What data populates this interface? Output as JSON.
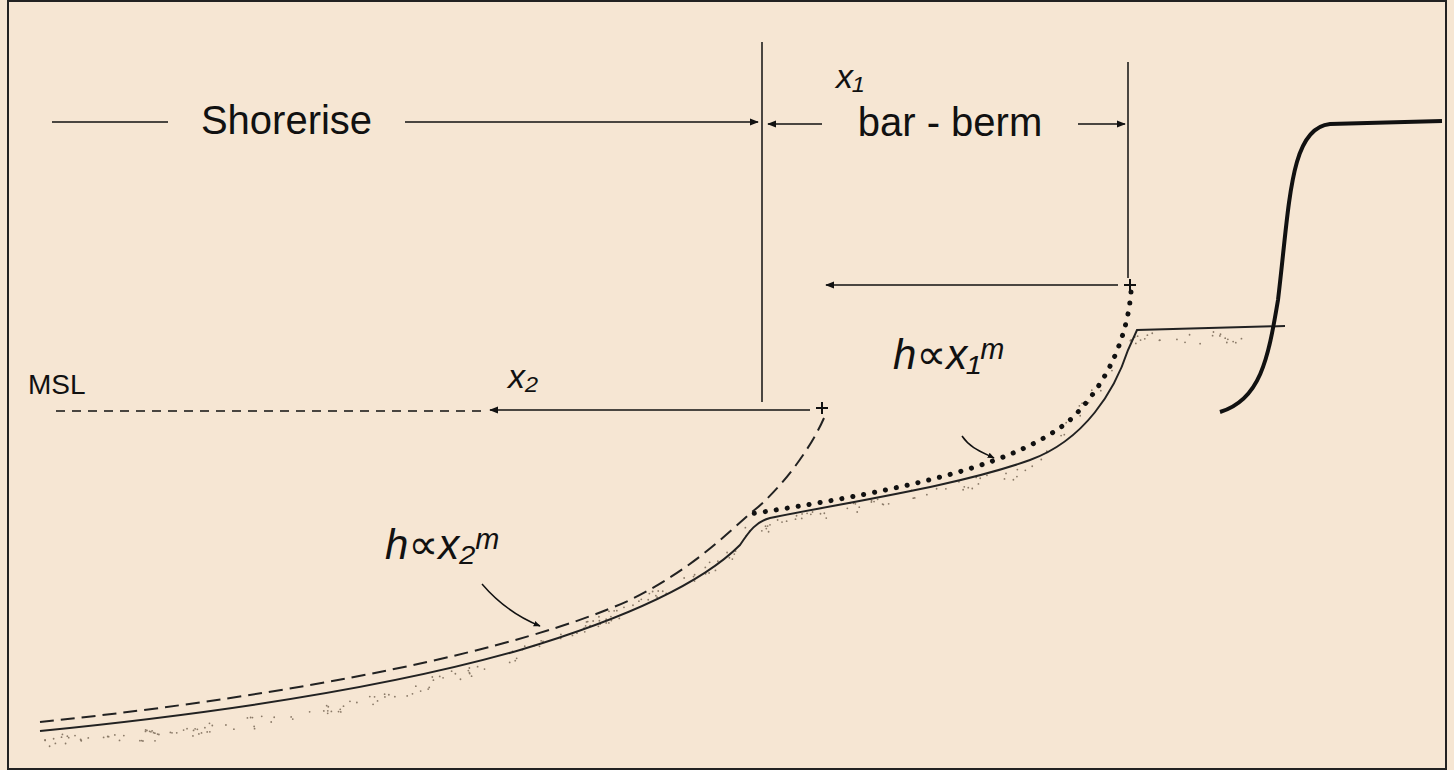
{
  "diagram": {
    "labels": [
      "Shorerise",
      "bar - berm",
      "x₁",
      "MSL",
      "x₂",
      "h∝x₁ᵐ",
      "h∝x₂ᵐ"
    ]
  }
}
